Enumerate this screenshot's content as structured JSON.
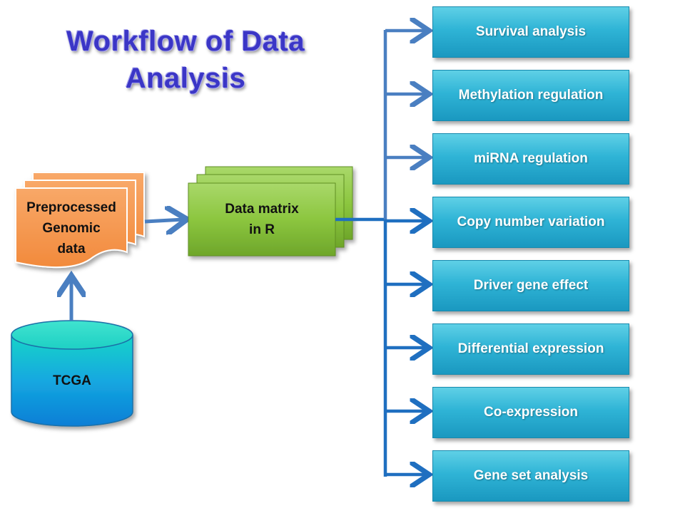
{
  "title_lines": [
    "Workflow of Data",
    "Analysis"
  ],
  "source": {
    "label": "TCGA"
  },
  "preprocessed": {
    "lines": [
      "Preprocessed",
      "Genomic",
      "data"
    ]
  },
  "matrix": {
    "lines": [
      "Data matrix",
      "in R"
    ]
  },
  "analyses": [
    {
      "label": "Survival analysis"
    },
    {
      "label": "Methylation regulation"
    },
    {
      "label": "miRNA regulation"
    },
    {
      "label": "Copy number variation"
    },
    {
      "label": "Driver gene effect"
    },
    {
      "label": "Differential expression"
    },
    {
      "label": "Co-expression"
    },
    {
      "label": "Gene set analysis"
    }
  ],
  "colors": {
    "title": "#3b36c6",
    "arrow": "#4a7fc1",
    "arrow_dark": "#1f6fc0",
    "document": "#f5954a",
    "matrix": "#8cc63f",
    "analysis": "#2fb4d6",
    "database": "#1aa6dc"
  }
}
